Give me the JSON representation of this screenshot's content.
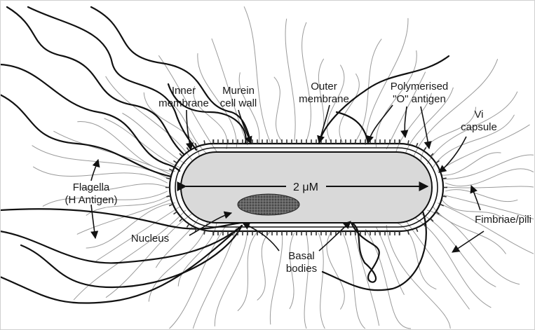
{
  "diagram": {
    "labels": {
      "inner_membrane_1": "Inner",
      "inner_membrane_2": "membrane",
      "murein_1": "Murein",
      "murein_2": "cell wall",
      "outer_membrane_1": "Outer",
      "outer_membrane_2": "membrane",
      "o_antigen_1": "Polymerised",
      "o_antigen_2": "\"O\" antigen",
      "vi_capsule_1": "Vi",
      "vi_capsule_2": "capsule",
      "flagella_1": "Flagella",
      "flagella_2": "(H Antigen)",
      "nucleus": "Nucleus",
      "basal_1": "Basal",
      "basal_2": "bodies",
      "fimbriae": "Fimbriae/pili",
      "scale": "2 μM"
    },
    "colors": {
      "cytoplasm": "#d9d9d9",
      "outline": "#111111",
      "fimbriae": "#9a9a9a",
      "nucleus": "#555555"
    }
  }
}
